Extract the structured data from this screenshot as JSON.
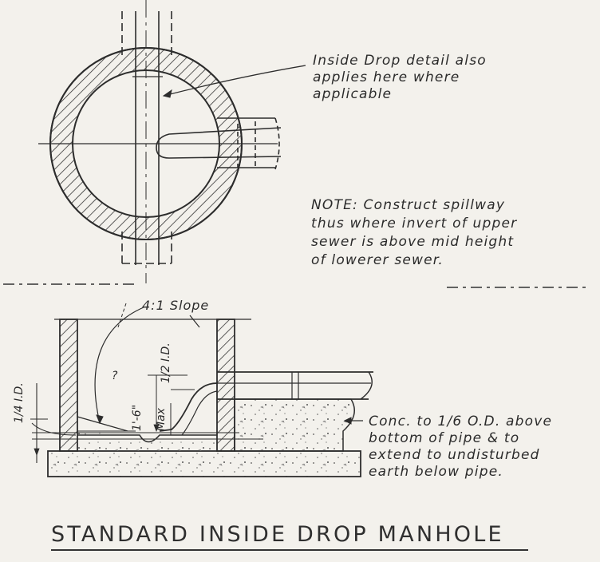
{
  "callout_inside_drop": {
    "lines": [
      "Inside Drop detail also",
      "applies here where",
      "applicable"
    ]
  },
  "note": {
    "lines": [
      "NOTE: Construct spillway",
      "thus where invert of upper",
      "sewer is above mid height",
      "of lowerer sewer."
    ]
  },
  "callout_concrete": {
    "lines": [
      "Conc. to 1/6 O.D. above",
      "bottom of pipe & to",
      "extend to undisturbed",
      "earth below pipe."
    ]
  },
  "section_labels": {
    "slope": "4:1  Slope",
    "quarter_id": "1/4  I.D.",
    "half_id": "1/2 I.D.",
    "max_drop": "1'-6\"",
    "max_word": "Max",
    "question": "?"
  },
  "title": "STANDARD INSIDE DROP MANHOLE",
  "colors": {
    "ink": "#2a2a2a",
    "paper": "#f3f1ec"
  }
}
